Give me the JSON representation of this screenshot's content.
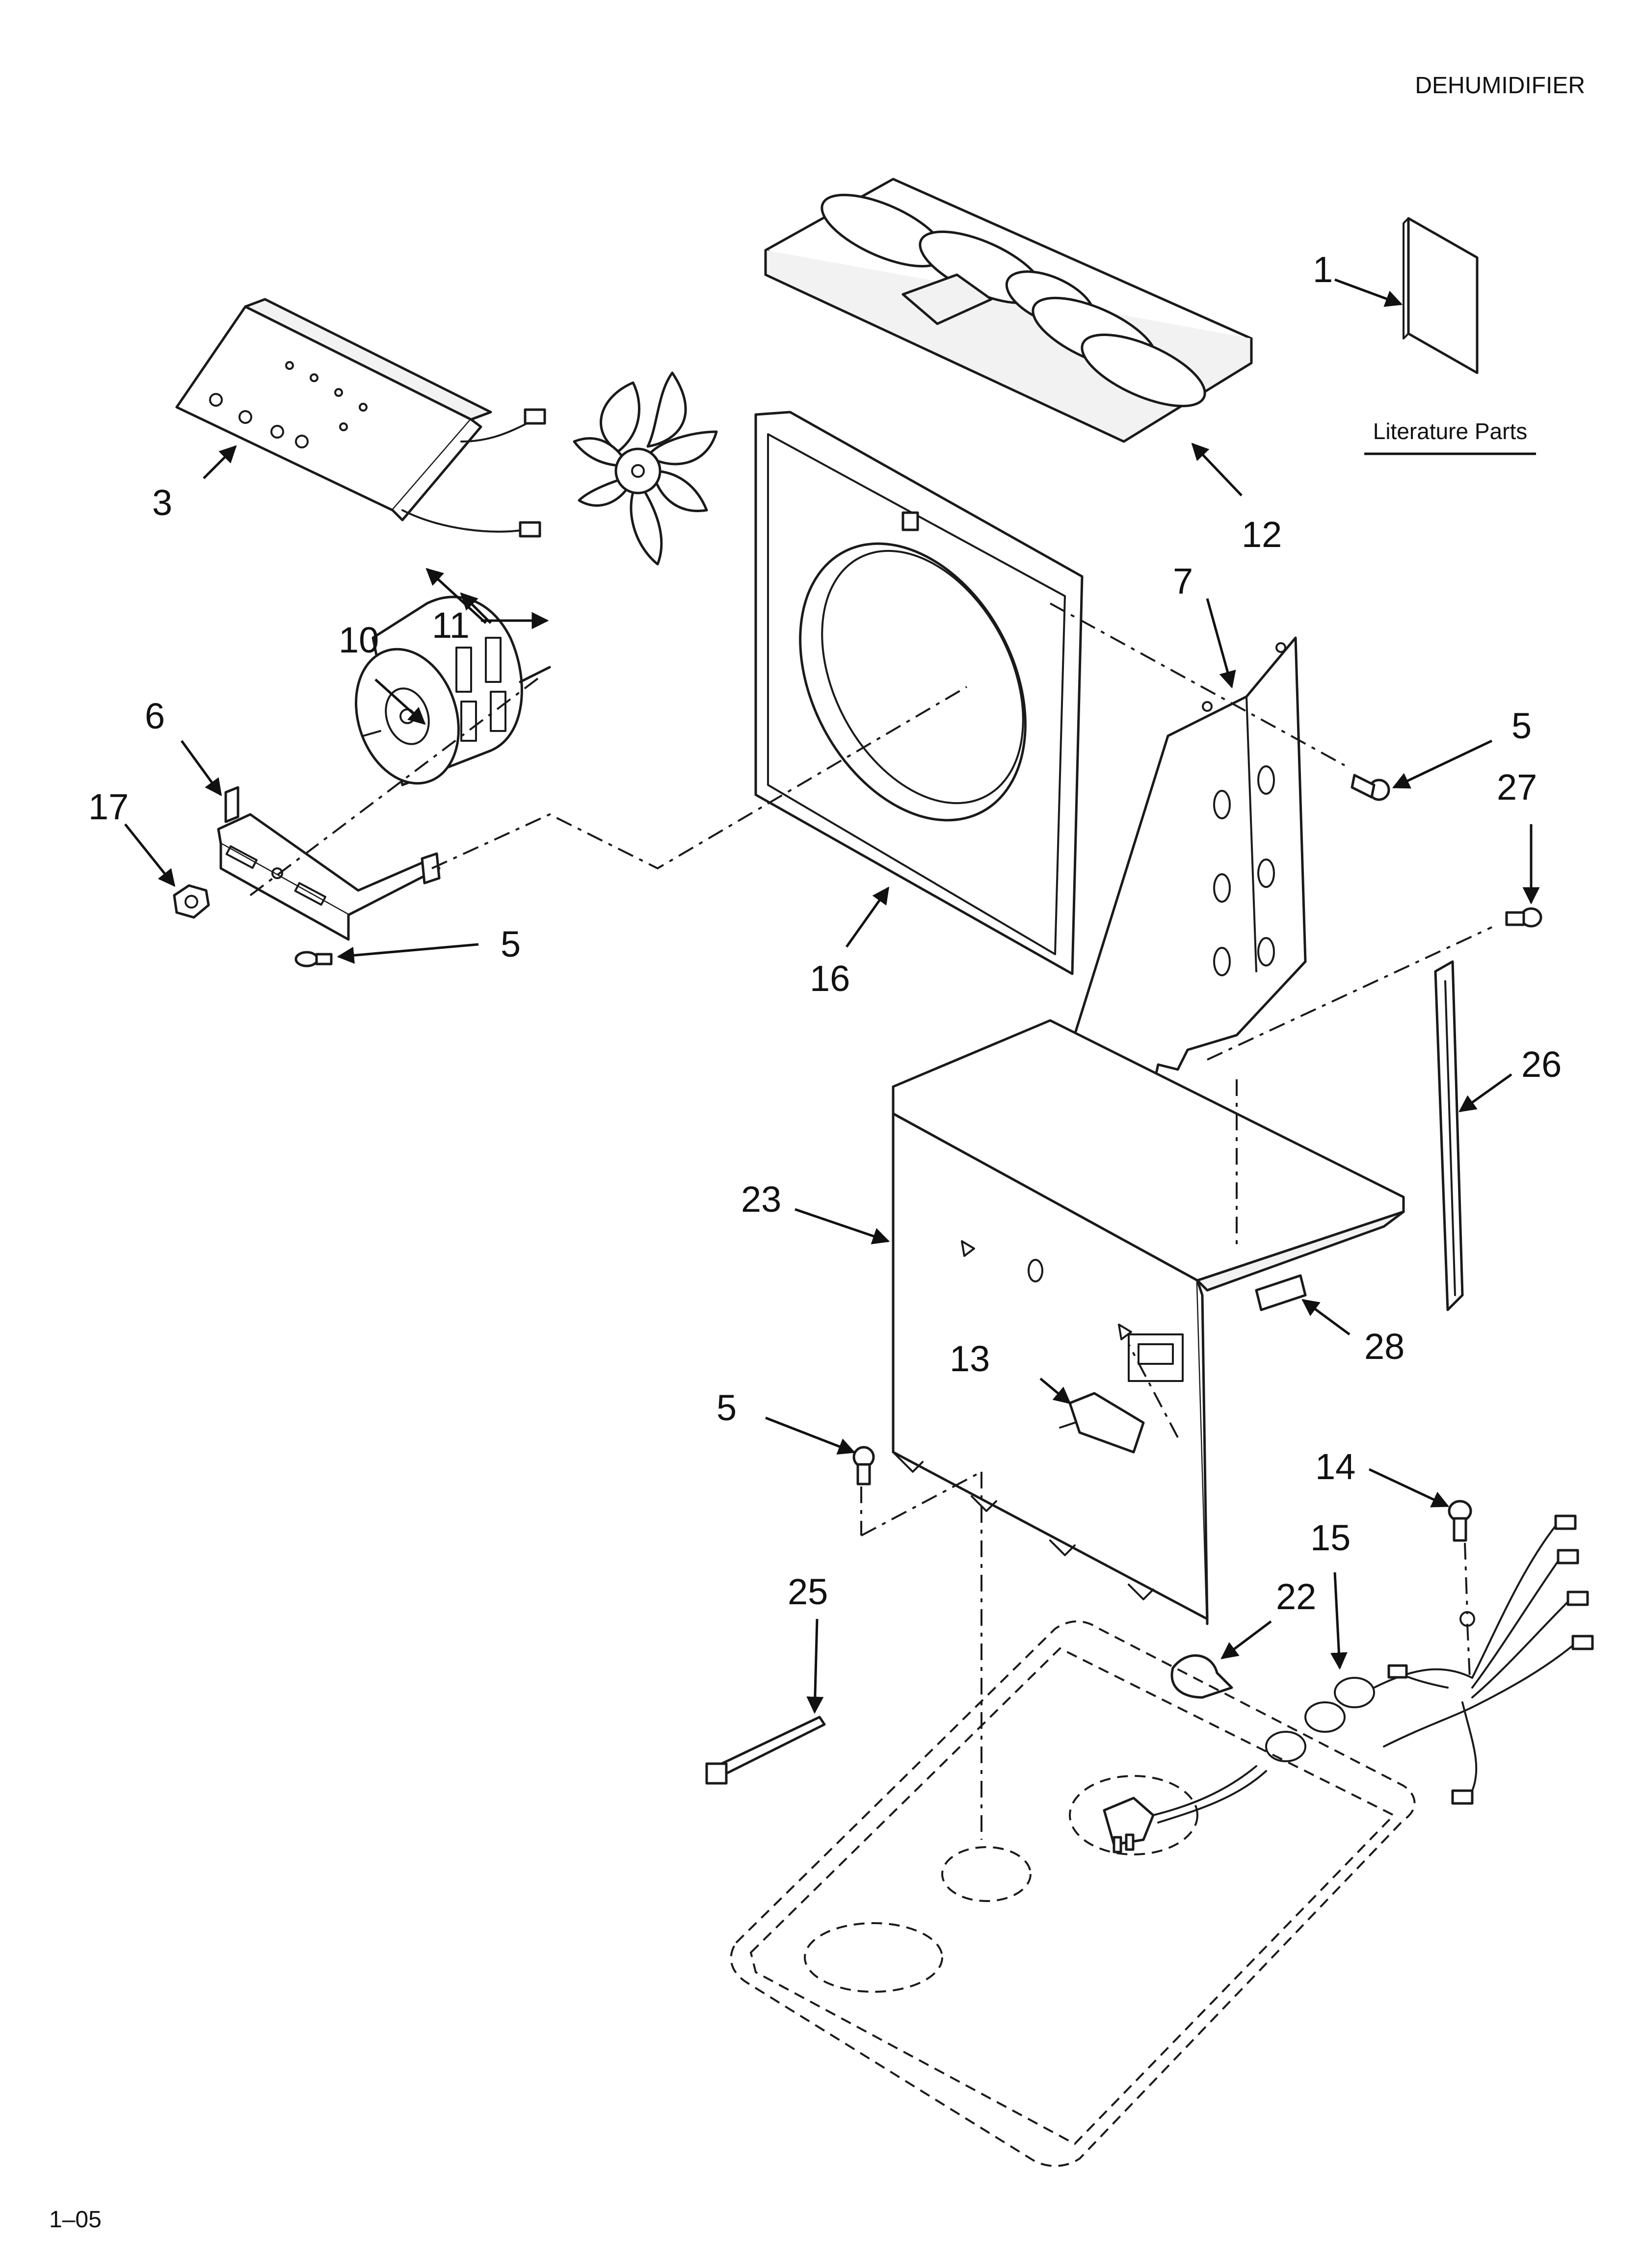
{
  "header": {
    "title": "DEHUMIDIFIER"
  },
  "footer": {
    "code": "1–05"
  },
  "literature": {
    "label": "Literature Parts"
  },
  "callouts": {
    "c1": "1",
    "c3": "3",
    "c5a": "5",
    "c5b": "5",
    "c5c": "5",
    "c6": "6",
    "c7": "7",
    "c10": "10",
    "c11": "11",
    "c12": "12",
    "c13": "13",
    "c14": "14",
    "c15": "15",
    "c16": "16",
    "c17": "17",
    "c22": "22",
    "c23": "23",
    "c25": "25",
    "c26": "26",
    "c27": "27",
    "c28": "28"
  }
}
